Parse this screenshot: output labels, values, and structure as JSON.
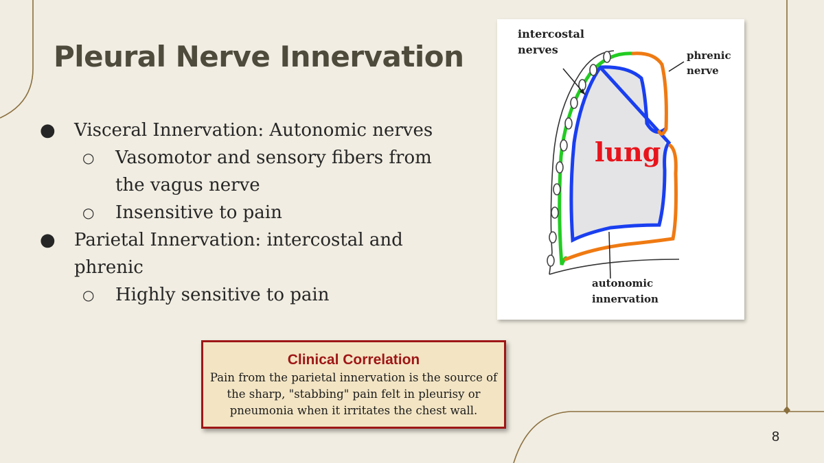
{
  "slide": {
    "title": "Pleural Nerve Innervation",
    "page_number": "8",
    "bullets": [
      {
        "text": "Visceral Innervation: Autonomic nerves",
        "subs": [
          "Vasomotor and sensory fibers from the vagus nerve",
          "Insensitive to pain"
        ]
      },
      {
        "text": "Parietal Innervation: intercostal and phrenic",
        "subs": [
          "Highly sensitive to pain"
        ]
      }
    ],
    "bullet_glyph": "●",
    "sub_bullet_glyph": "○"
  },
  "figure": {
    "labels": {
      "intercostal_line1": "intercostal",
      "intercostal_line2": "nerves",
      "phrenic_line1": "phrenic",
      "phrenic_line2": "nerve",
      "lung": "lung",
      "autonomic_line1": "autonomic",
      "autonomic_line2": "innervation"
    },
    "colors": {
      "visceral_pleura": "#1a3ff0",
      "intercostal": "#22cc22",
      "phrenic": "#ef7a12",
      "lung_fill": "#e4e4e6",
      "lung_label": "#e8141c"
    }
  },
  "callout": {
    "title": "Clinical Correlation",
    "body": "Pain from the parietal innervation is the source of the sharp, \"stabbing\" pain felt in pleurisy or pneumonia when it irritates the chest wall.",
    "border_color": "#9e1616",
    "background": "#f3e5c4"
  },
  "theme": {
    "background": "#f1ede2",
    "decor_line": "#8a6f3e",
    "title_color": "#4e4b3c"
  }
}
